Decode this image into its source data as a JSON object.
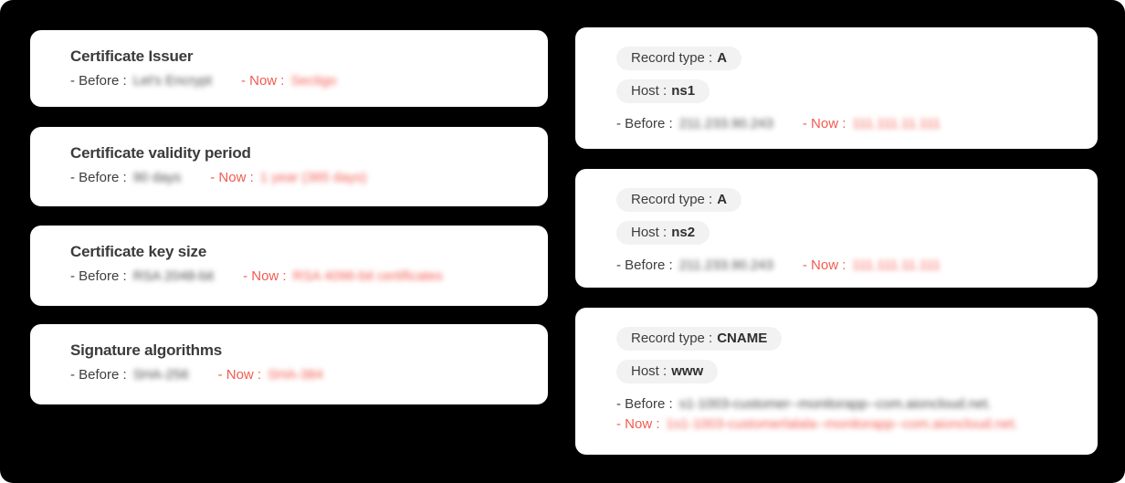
{
  "labels": {
    "before": "- Before :",
    "now": "- Now :",
    "record_type": "Record type :",
    "host": "Host :"
  },
  "colors": {
    "background": "#000000",
    "card": "#ffffff",
    "accent_red": "#f25b4f",
    "text_dark": "#3b3b3b",
    "badge_bg": "#f2f2f2"
  },
  "certificate_cards": [
    {
      "title": "Certificate Issuer",
      "before": "Let's Encrypt",
      "now": "Sectigo"
    },
    {
      "title": "Certificate validity period",
      "before": "90 days",
      "now": "1 year (365 days)"
    },
    {
      "title": "Certificate key size",
      "before": "RSA 2048-bit",
      "now": "RSA 4096-bit certificates"
    },
    {
      "title": "Signature algorithms",
      "before": "SHA-256",
      "now": "SHA-384"
    }
  ],
  "dns_cards": [
    {
      "record_type": "A",
      "host": "ns1",
      "before": "211.233.90.243",
      "now": "111.111.11.111"
    },
    {
      "record_type": "A",
      "host": "ns2",
      "before": "211.233.90.243",
      "now": "111.111.11.111"
    },
    {
      "record_type": "CNAME",
      "host": "www",
      "before": "s1-1003-customer--monitorapp--com.aioncloud.net.",
      "now": "1s1-1003-customerlalala--monitorapp--com.aioncloud.net."
    }
  ]
}
